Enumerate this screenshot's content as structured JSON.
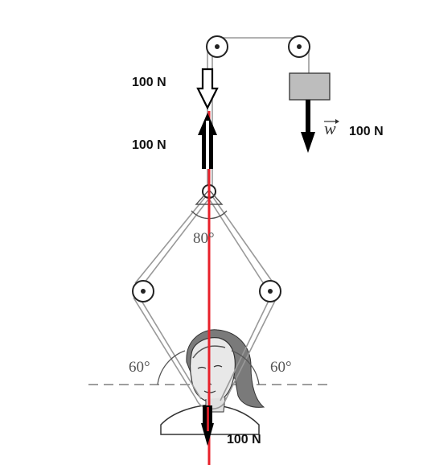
{
  "labels": {
    "tension_top_down": "100 N",
    "tension_top_up": "100 N",
    "weight_symbol": "w",
    "weight_value": "100 N",
    "angle_top": "80°",
    "angle_left": "60°",
    "angle_right": "60°",
    "tension_bottom": "100 N"
  },
  "colors": {
    "rope": "#999999",
    "pulley": "#222222",
    "weight_block": "#bdbdbd",
    "force_arrow": "#000000",
    "vertical_line": "#e8202a",
    "dashed_line": "#9e9e9e"
  }
}
